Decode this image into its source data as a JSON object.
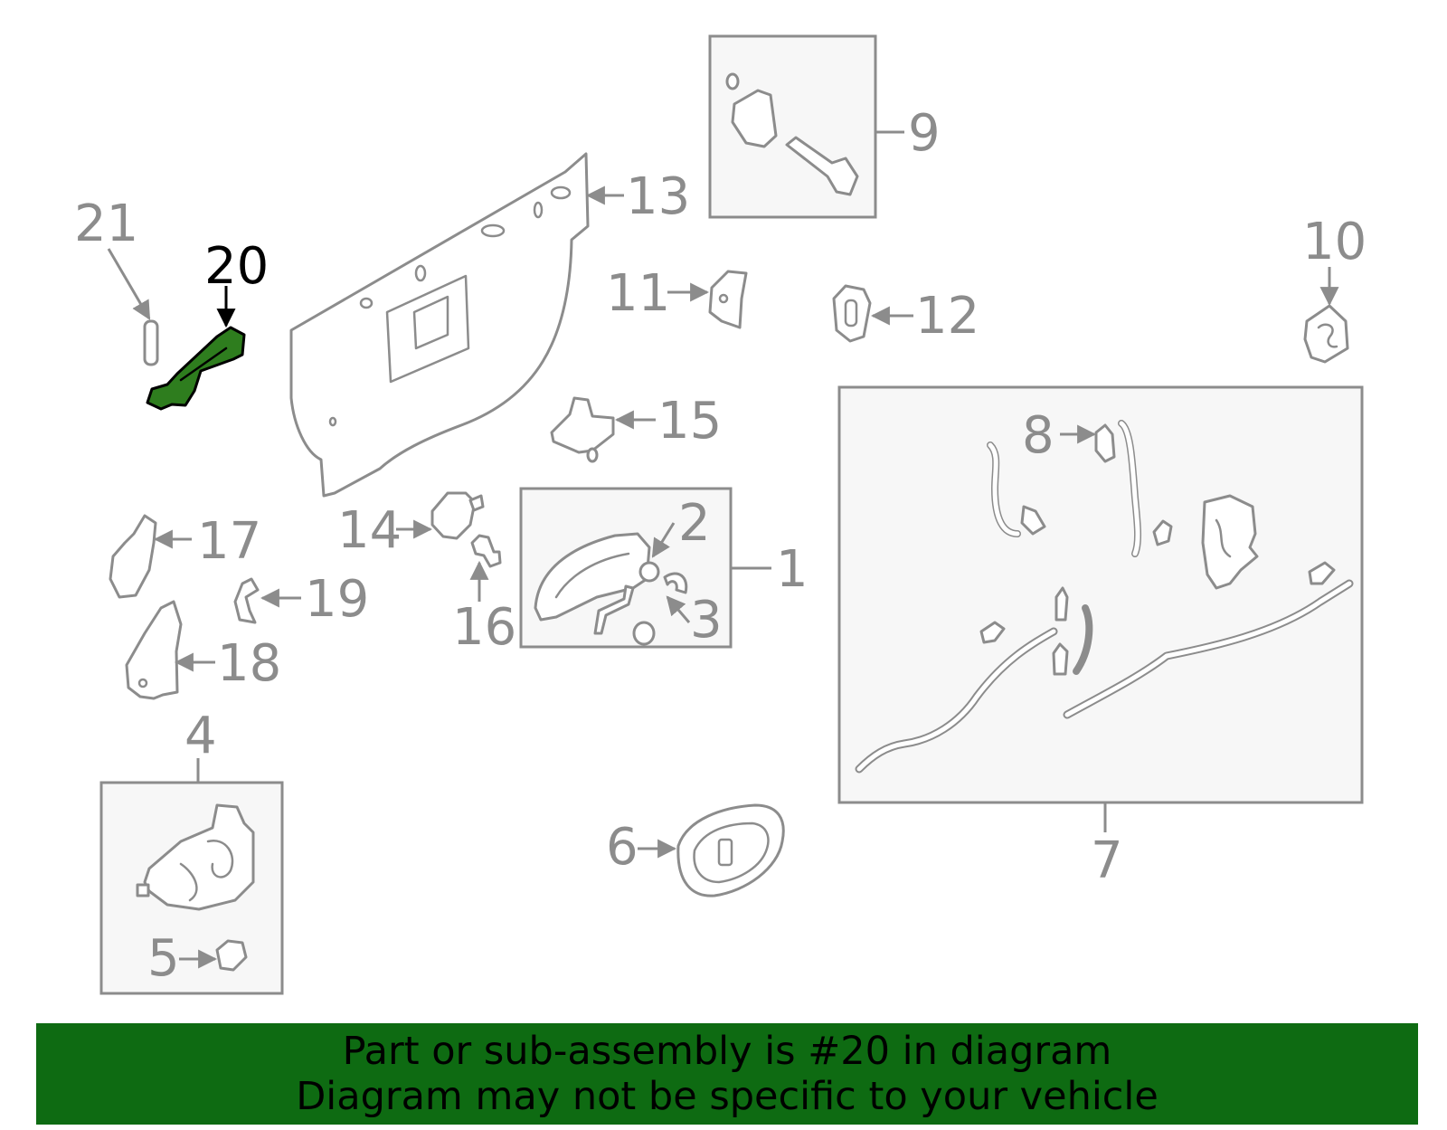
{
  "callouts": {
    "c1": "1",
    "c2": "2",
    "c3": "3",
    "c4": "4",
    "c5": "5",
    "c6": "6",
    "c7": "7",
    "c8": "8",
    "c9": "9",
    "c10": "10",
    "c11": "11",
    "c12": "12",
    "c13": "13",
    "c14": "14",
    "c15": "15",
    "c16": "16",
    "c17": "17",
    "c18": "18",
    "c19": "19",
    "c20": "20",
    "c21": "21"
  },
  "highlighted_part": "20",
  "colors": {
    "highlight": "#2e7d1e",
    "banner": "#0e6b12",
    "line": "#8c8c8c"
  },
  "banner": {
    "line1": "Part or sub-assembly is #20 in diagram",
    "line2": "Diagram may not be specific to your vehicle"
  }
}
